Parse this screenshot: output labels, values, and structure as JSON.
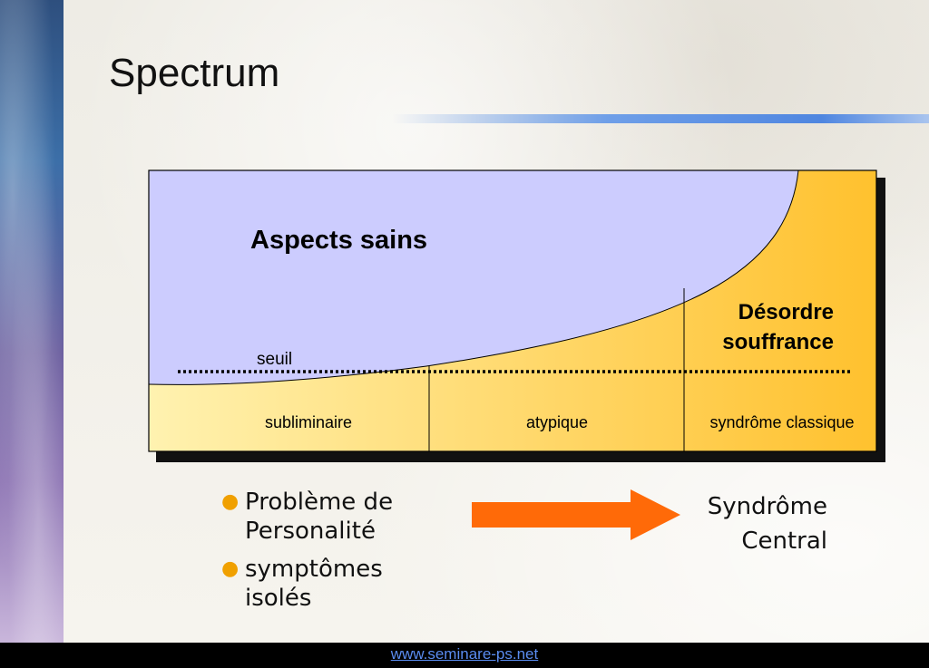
{
  "title": "Spectrum",
  "diagram": {
    "healthy_label": "Aspects sains",
    "disorder_label_line1": "Désordre",
    "disorder_label_line2": "souffrance",
    "threshold_label": "seuil",
    "categories": [
      "subliminaire",
      "atypique",
      "syndrôme classique"
    ],
    "colors": {
      "healthy_fill": "#ccccfe",
      "disorder_fill_light": "#fff2b0",
      "disorder_fill_dark": "#ffc12e",
      "border": "#000000"
    }
  },
  "bullets": [
    "Problème de Personalité",
    "symptômes isolés"
  ],
  "arrow": {
    "color": "#ff6a08",
    "icon": "right-arrow-icon"
  },
  "result": {
    "line1": "Syndrôme",
    "line2": "Central"
  },
  "footer": {
    "link": "www.seminare-ps.net"
  }
}
